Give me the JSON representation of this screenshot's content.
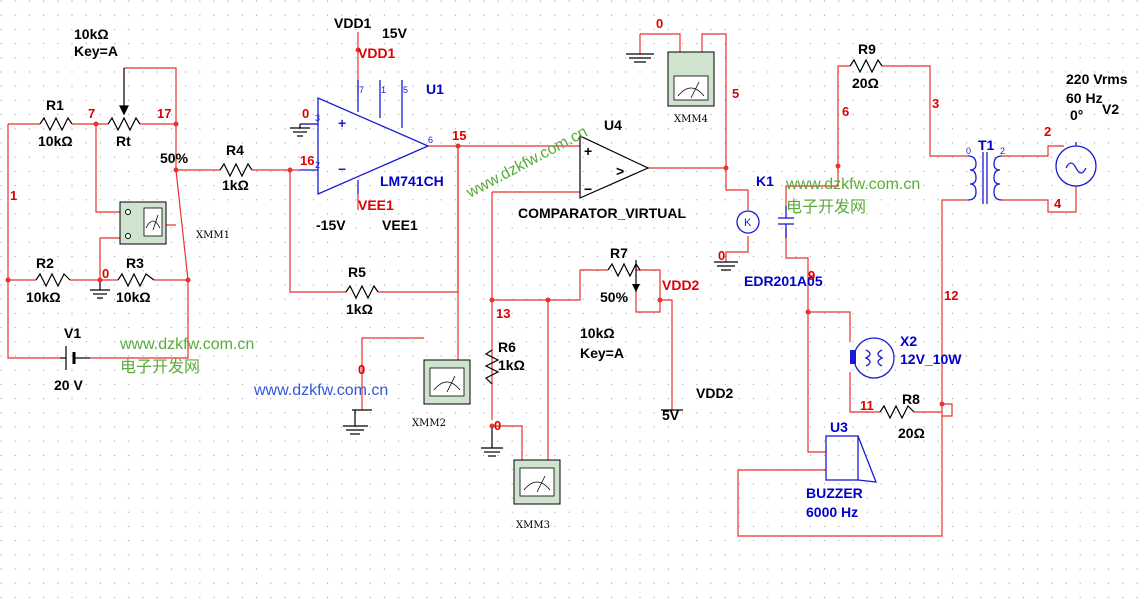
{
  "labels": {
    "rt_value": "10kΩ",
    "rt_key": "Key=A",
    "r1": "R1",
    "r1_val": "10kΩ",
    "rt": "Rt",
    "rt_pct": "50%",
    "r4": "R4",
    "r4_val": "1kΩ",
    "r2": "R2",
    "r2_val": "10kΩ",
    "r3": "R3",
    "r3_val": "10kΩ",
    "v1": "V1",
    "v1_val": "20 V",
    "xmm1": "XMM1",
    "r5": "R5",
    "r5_val": "1kΩ",
    "vdd1": "VDD1",
    "v15": "15V",
    "vdd1_red": "VDD1",
    "u1": "U1",
    "lm741": "LM741CH",
    "vee1_red": "VEE1",
    "neg15": "-15V",
    "vee1": "VEE1",
    "xmm2": "XMM2",
    "u4": "U4",
    "comparator": "COMPARATOR_VIRTUAL",
    "xmm4": "XMM4",
    "r7": "R7",
    "r7_pct": "50%",
    "vdd2_red": "VDD2",
    "r7_val": "10kΩ",
    "r7_key": "Key=A",
    "r6": "R6",
    "r6_val": "1kΩ",
    "xmm3": "XMM3",
    "vdd2": "VDD2",
    "v5": "5V",
    "k1": "K1",
    "edr": "EDR201A05",
    "r9": "R9",
    "r9_val": "20Ω",
    "t1": "T1",
    "v2_rms": "220 Vrms",
    "v2_hz": "60 Hz",
    "v2_deg": "0°",
    "v2": "V2",
    "x2": "X2",
    "x2_val": "12V_10W",
    "r8": "R8",
    "r8_val": "20Ω",
    "u3": "U3",
    "buzzer": "BUZZER",
    "buzzer_hz": "6000 Hz"
  },
  "nets": {
    "n1": "1",
    "n7": "7",
    "n17": "17",
    "n16": "16",
    "n0a": "0",
    "n0b": "0",
    "n15": "15",
    "n0c": "0",
    "n5": "5",
    "n0d": "0",
    "n13": "13",
    "n0e": "0",
    "n6": "6",
    "n3": "3",
    "n2": "2",
    "n4": "4",
    "n12": "12",
    "n9": "9",
    "n11": "11"
  },
  "pins": {
    "p7": "7",
    "p1": "1",
    "p5": "5",
    "p3": "3",
    "p2": "2",
    "p6": "6",
    "t0": "0",
    "t2": "2",
    "plus": "+",
    "minus": "−",
    "cmp_gt": ">",
    "k": "K"
  },
  "watermarks": {
    "url": "www.dzkfw.com.cn",
    "cn": "电子开发网"
  },
  "colors": {
    "wire": "#e8332f",
    "component": "#1a1ad6",
    "net_label": "#e00000",
    "watermark_green": "#5aab3a",
    "watermark_blue": "#3355dd"
  }
}
